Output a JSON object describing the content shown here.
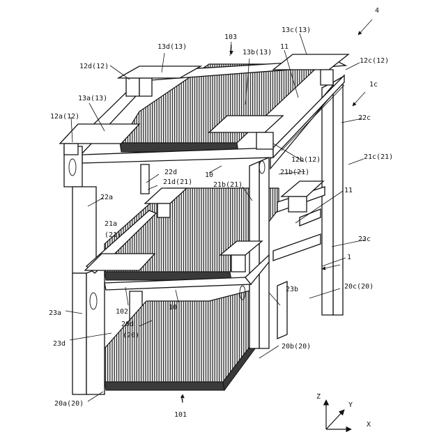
{
  "figure_number": "4",
  "labels": {
    "l103": "103",
    "l13c": "13c(13)",
    "l13d": "13d(13)",
    "l12d": "12d(12)",
    "l13b": "13b(13)",
    "l11_top": "11",
    "l12c": "12c(12)",
    "l1c": "1c",
    "l13a": "13a(13)",
    "l12a": "12a(12)",
    "l22c": "22c",
    "l12b": "12b(12)",
    "l21c": "21c(21)",
    "l10_top": "10",
    "l22d": "22d",
    "l21b_a": "21b(21)",
    "l21d": "21d(21)",
    "l21b_b": "21b(21)",
    "l22a": "22a",
    "l11_mid": "11",
    "l21a_1": "21a",
    "l21a_2": "(21)",
    "l23c": "23c",
    "l1": "1",
    "l23b": "23b",
    "l20c": "20c(20)",
    "l102": "102",
    "l10_mid": "10",
    "l23a": "23a",
    "l20d_1": "20d",
    "l20d_2": "(20)",
    "l23d": "23d",
    "l20b": "20b(20)",
    "l20a": "20a(20)",
    "l101": "101"
  },
  "axes": {
    "z": "Z",
    "y": "Y",
    "x": "X"
  }
}
